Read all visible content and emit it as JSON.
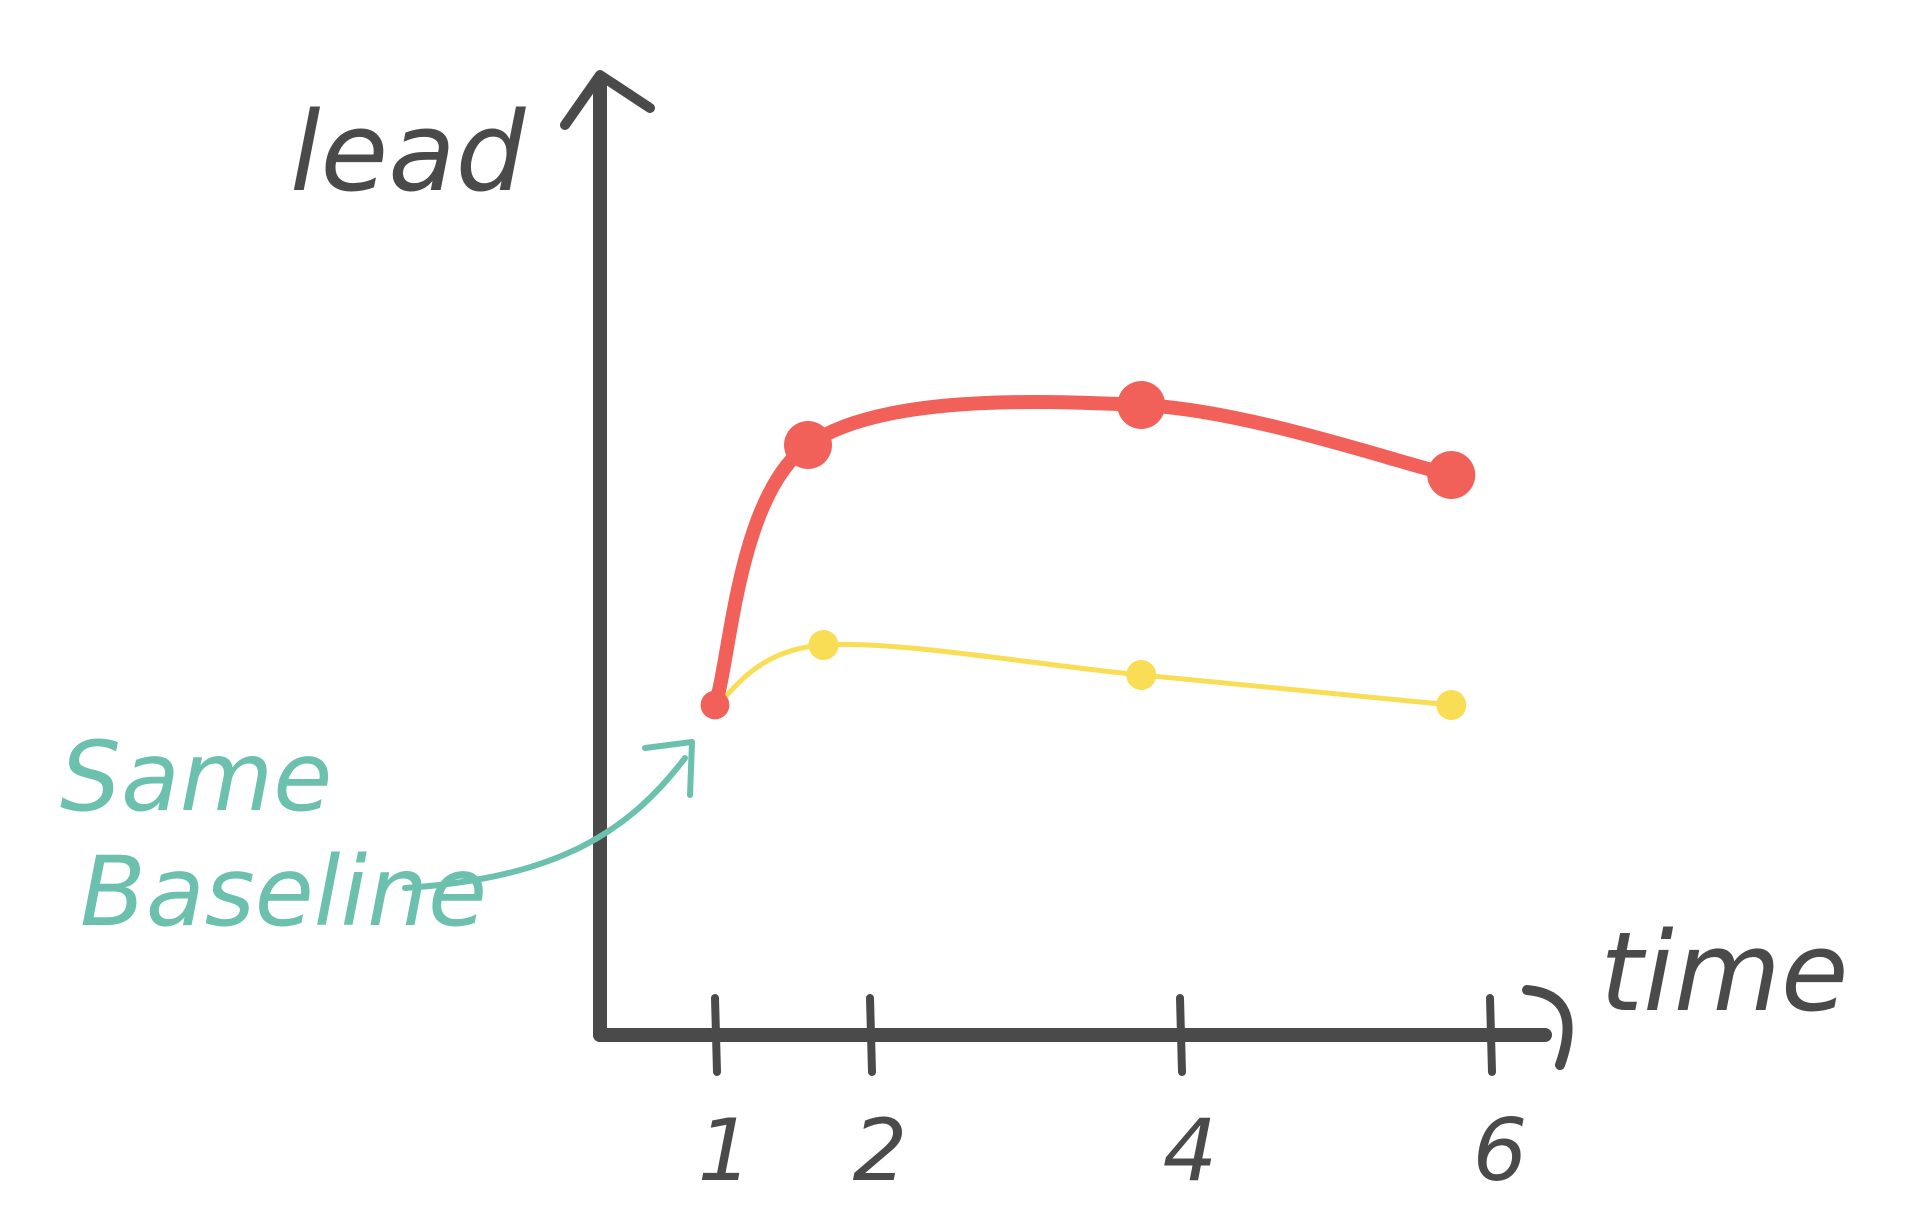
{
  "colors": {
    "axis": "#4a4a4a",
    "series_high": "#f2605a",
    "series_low": "#f9dd55",
    "annotation": "#6cc0ae",
    "background": "#ffffff"
  },
  "chart_data": {
    "type": "line",
    "title": "",
    "xlabel": "time",
    "ylabel": "lead",
    "x_ticks": [
      1,
      2,
      4,
      6
    ],
    "grid": false,
    "y_values_shown": false,
    "legend": "none",
    "series": [
      {
        "color": "#f2605a",
        "points": [
          {
            "x": 1,
            "y": 0.33
          },
          {
            "x": 1.6,
            "y": 0.59
          },
          {
            "x": 3.75,
            "y": 0.63
          },
          {
            "x": 5.75,
            "y": 0.56
          }
        ]
      },
      {
        "color": "#f9dd55",
        "points": [
          {
            "x": 1,
            "y": 0.33
          },
          {
            "x": 1.7,
            "y": 0.39
          },
          {
            "x": 3.75,
            "y": 0.36
          },
          {
            "x": 5.75,
            "y": 0.33
          }
        ]
      }
    ],
    "annotations": [
      {
        "text_line1": "Same",
        "text_line2": "Baseline",
        "points_to": {
          "x": 1,
          "y": 0.33
        }
      }
    ]
  }
}
